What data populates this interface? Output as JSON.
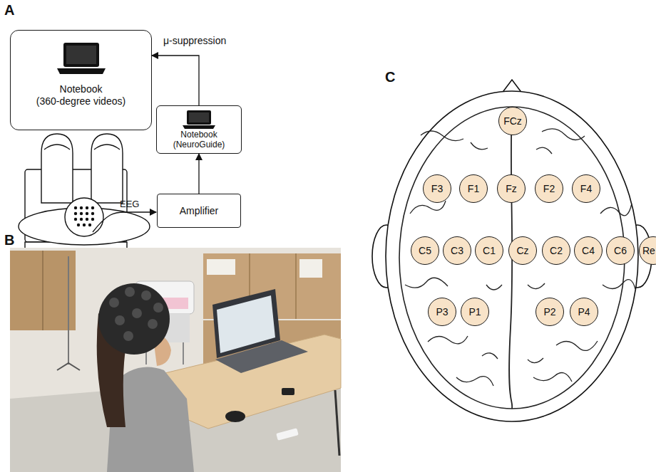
{
  "diagram": {
    "nodes": [
      {
        "text": [
          "Notebook",
          "(360-degree videos)"
        ]
      },
      {
        "text": [
          "Notebook",
          "(NeuroGuide)"
        ]
      },
      {
        "text": [
          "Amplifier"
        ]
      },
      {
        "text": [
          "FCz"
        ]
      },
      {
        "text": [
          "F3"
        ]
      },
      {
        "text": [
          "F1"
        ]
      },
      {
        "text": [
          "Fz"
        ]
      },
      {
        "text": [
          "F2"
        ]
      },
      {
        "text": [
          "F4"
        ]
      },
      {
        "text": [
          "C5"
        ]
      },
      {
        "text": [
          "C3"
        ]
      },
      {
        "text": [
          "C1"
        ]
      },
      {
        "text": [
          "Cz"
        ]
      },
      {
        "text": [
          "C2"
        ]
      },
      {
        "text": [
          "C4"
        ]
      },
      {
        "text": [
          "C6"
        ]
      },
      {
        "text": [
          "Re"
        ]
      },
      {
        "text": [
          "P3"
        ]
      },
      {
        "text": [
          "P1"
        ]
      },
      {
        "text": [
          "P2"
        ]
      },
      {
        "text": [
          "P4"
        ]
      }
    ],
    "edges": [
      {
        "from": 2,
        "to": 1,
        "arrow": "to"
      },
      {
        "from": 1,
        "to": 0,
        "arrow": "to",
        "label": "μ-suppression"
      }
    ],
    "labels": [
      "A",
      "EEG",
      "B",
      "C"
    ]
  }
}
